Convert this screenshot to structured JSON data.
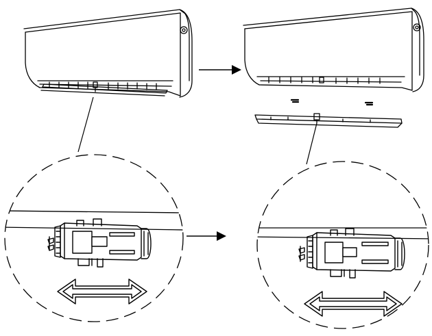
{
  "diagram": {
    "colors": {
      "line": "#000000",
      "background": "#ffffff"
    },
    "panels": [
      {
        "id": "before",
        "depicts": "indoor-unit-with-flap-attached"
      },
      {
        "id": "after",
        "depicts": "indoor-unit-with-flap-removed"
      }
    ],
    "arrows": [
      {
        "from": "before",
        "to": "after",
        "level": "unit"
      },
      {
        "from": "detail-before",
        "to": "detail-after",
        "level": "detail"
      }
    ],
    "callouts": [
      {
        "id": "detail-before",
        "depicts": "clip-mechanism-slide"
      },
      {
        "id": "detail-after",
        "depicts": "clip-mechanism-released"
      }
    ],
    "icons": [
      "double-headed-arrow-icon",
      "right-arrow-icon"
    ]
  }
}
